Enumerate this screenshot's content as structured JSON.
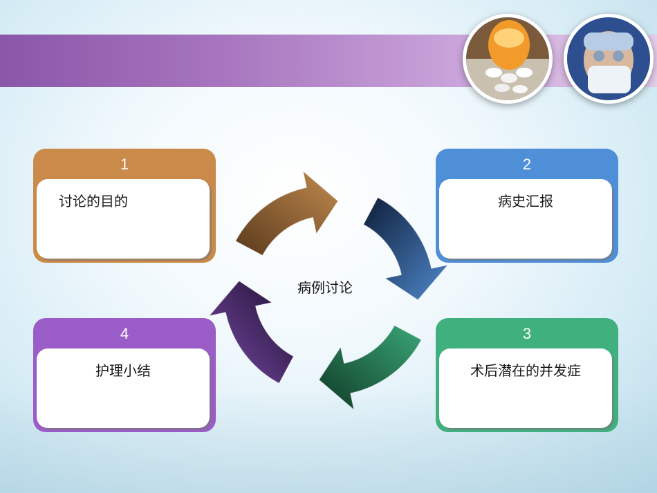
{
  "center_label": "病例讨论",
  "steps": [
    {
      "number": "1",
      "text": "讨论的目的",
      "color": "#c98a4a"
    },
    {
      "number": "2",
      "text": "病史汇报",
      "color": "#4f8fd8"
    },
    {
      "number": "3",
      "text": "术后潜在的并发症",
      "color": "#3fb07e"
    },
    {
      "number": "4",
      "text": "护理小结",
      "color": "#9a5cc6"
    }
  ],
  "arrow_colors": [
    "#a8743e",
    "#3e6fae",
    "#2f8a5e",
    "#6a3e92"
  ]
}
